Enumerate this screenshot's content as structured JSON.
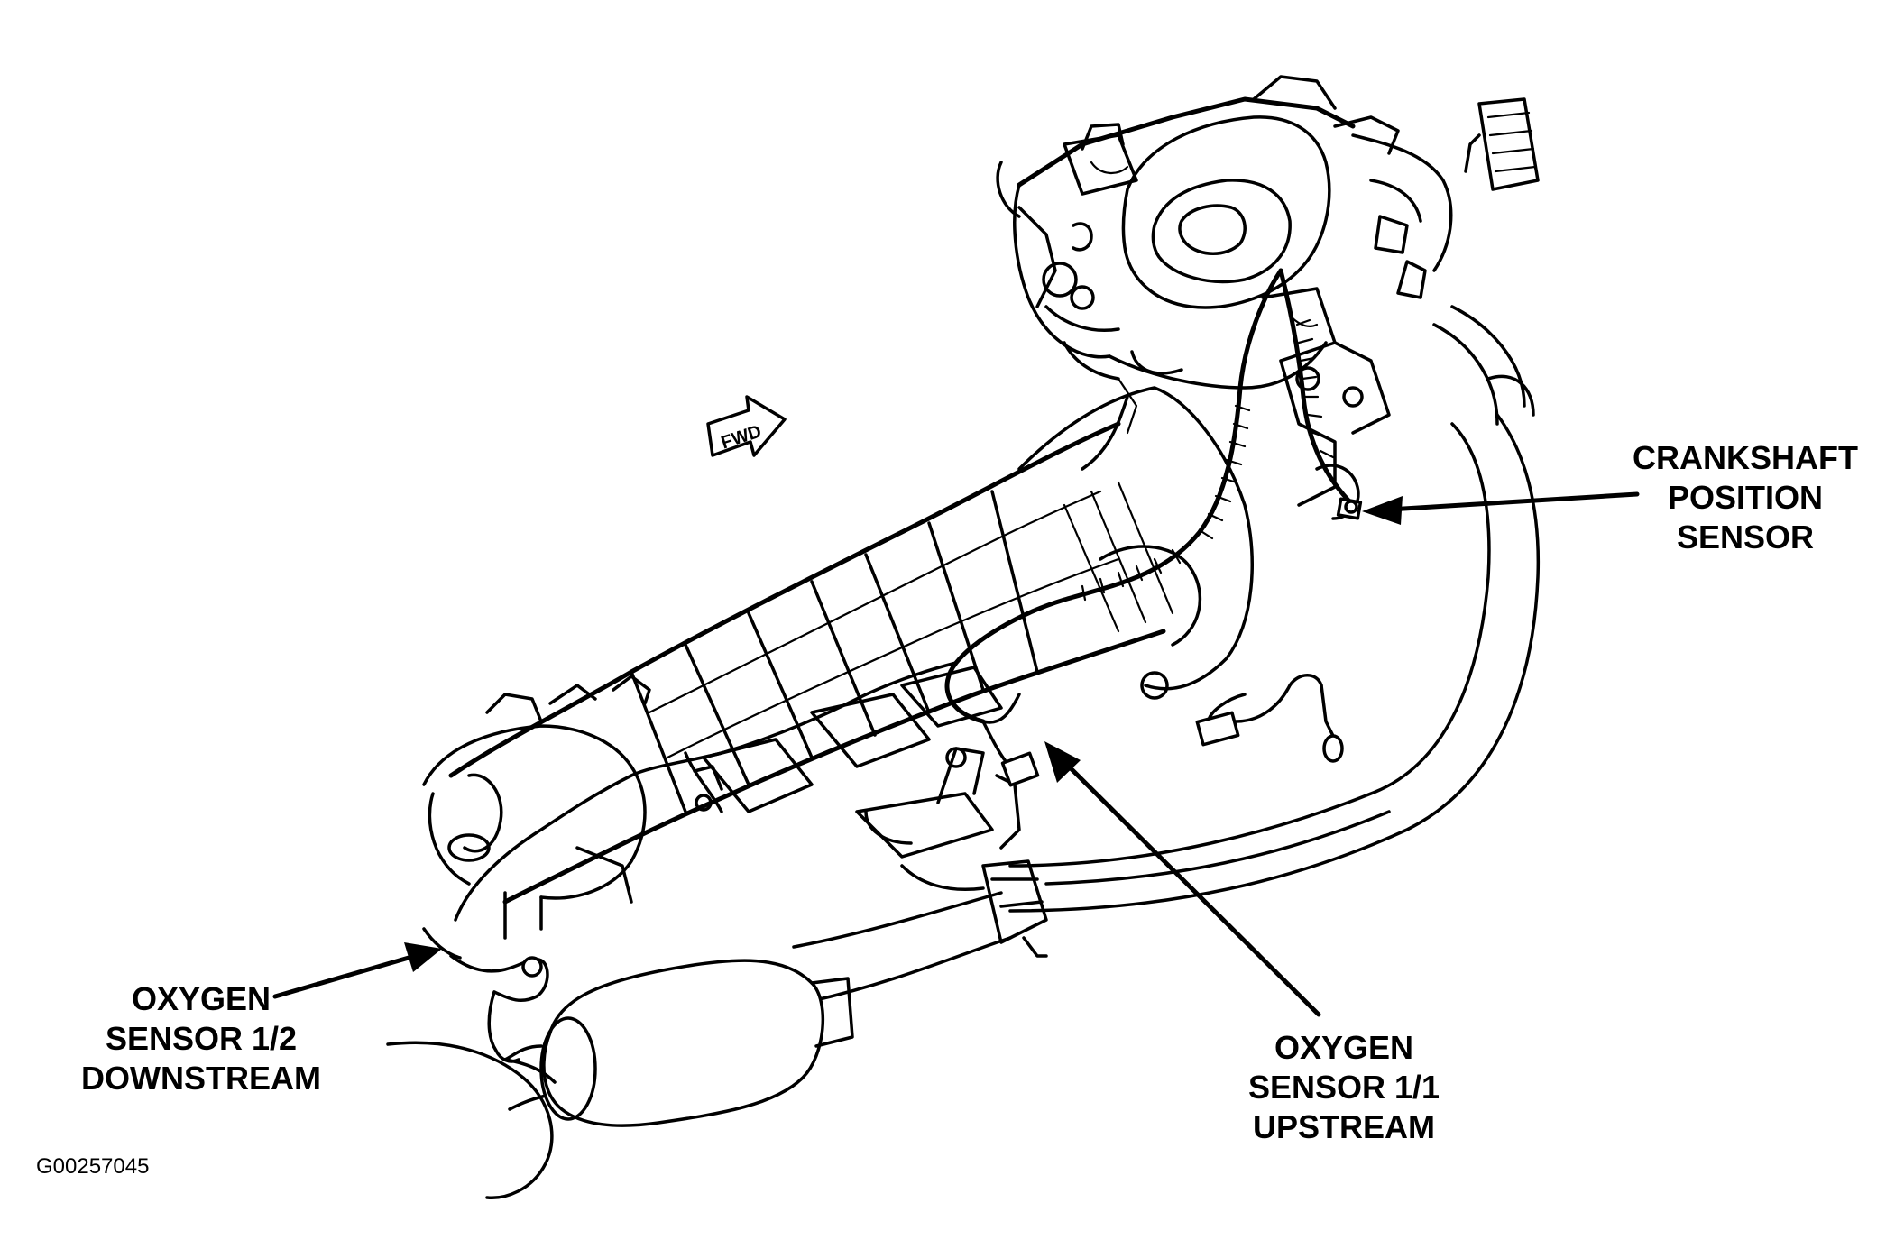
{
  "labels": {
    "crankshaft": [
      "CRANKSHAFT",
      "POSITION",
      "SENSOR"
    ],
    "oxygen_downstream": [
      "OXYGEN",
      "SENSOR 1/2",
      "DOWNSTREAM"
    ],
    "oxygen_upstream": [
      "OXYGEN",
      "SENSOR 1/1",
      "UPSTREAM"
    ],
    "fwd_arrow": "FWD"
  },
  "figure_id": "G00257045"
}
